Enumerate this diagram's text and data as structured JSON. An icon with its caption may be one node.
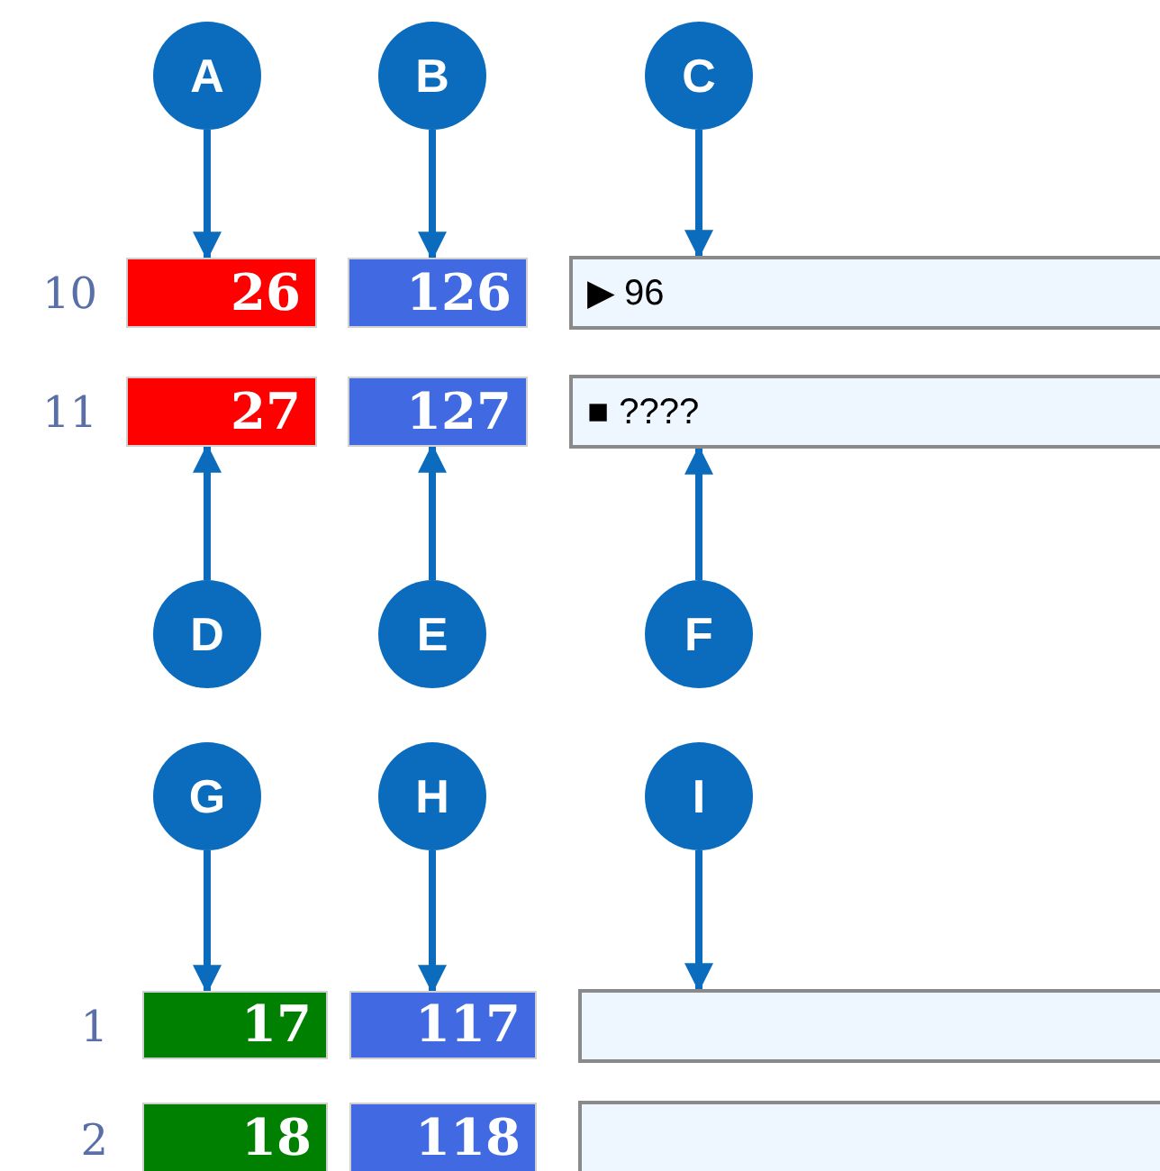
{
  "diagram": {
    "nodes": [
      {
        "text": [
          "A"
        ]
      },
      {
        "text": [
          "B"
        ]
      },
      {
        "text": [
          "C"
        ]
      },
      {
        "text": [
          "26"
        ]
      },
      {
        "text": [
          "126"
        ]
      },
      {
        "text": [
          "▶ 96"
        ]
      },
      {
        "text": [
          "27"
        ]
      },
      {
        "text": [
          "127"
        ]
      },
      {
        "text": [
          "■ ????"
        ]
      },
      {
        "text": [
          "D"
        ]
      },
      {
        "text": [
          "E"
        ]
      },
      {
        "text": [
          "F"
        ]
      },
      {
        "text": [
          "G"
        ]
      },
      {
        "text": [
          "H"
        ]
      },
      {
        "text": [
          "I"
        ]
      },
      {
        "text": [
          "17"
        ]
      },
      {
        "text": [
          "117"
        ]
      },
      {
        "text": [],
        "shape": "box"
      },
      {
        "text": [
          "18"
        ]
      },
      {
        "text": [
          "118"
        ]
      },
      {
        "text": [],
        "shape": "box"
      }
    ],
    "edges": [
      {
        "from": 0,
        "to": 3,
        "arrow": "to"
      },
      {
        "from": 1,
        "to": 4,
        "arrow": "to"
      },
      {
        "from": 2,
        "to": 5,
        "arrow": "to"
      },
      {
        "from": 9,
        "to": 6,
        "arrow": "to"
      },
      {
        "from": 10,
        "to": 7,
        "arrow": "to"
      },
      {
        "from": 11,
        "to": 8,
        "arrow": "to"
      },
      {
        "from": 12,
        "to": 15,
        "arrow": "to"
      },
      {
        "from": 13,
        "to": 16,
        "arrow": "to"
      },
      {
        "from": 14,
        "to": 17,
        "arrow": "to"
      }
    ],
    "labels": [
      "10",
      "11",
      "1",
      "2"
    ]
  }
}
